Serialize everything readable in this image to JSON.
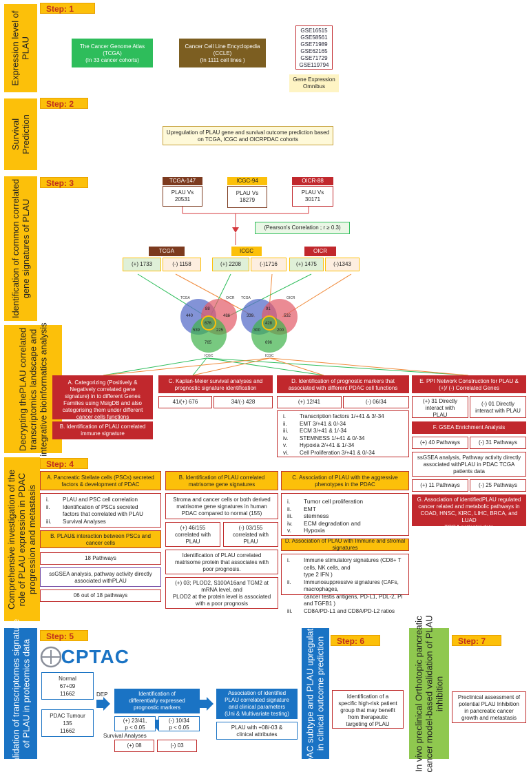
{
  "colors": {
    "gold": "#fcc00a",
    "red": "#c1282d",
    "green": "#2ebd5b",
    "olive": "#7c5e21",
    "blue": "#1a73c4",
    "lightgreen": "#8fc84f",
    "cream": "#fef9d9"
  },
  "steps": [
    "Step: 1",
    "Step: 2",
    "Step: 3",
    "Step: 4",
    "Step: 5",
    "Step: 6",
    "Step: 7"
  ],
  "side_labels": {
    "s1": [
      "Expression level of",
      "PLAU"
    ],
    "s2": [
      "Survival",
      "Prediction"
    ],
    "s3": [
      "Identification of common correlated",
      "gene signatures of  PLAU"
    ],
    "s3b": [
      "Decrypting thePLAU correlated",
      "transcriptomics landscape and",
      "integrative bioinformatics analysis"
    ],
    "s4": [
      "Comprehensive investigation of the",
      "role of PLAU expression in PDAC",
      "progression and  metastasis"
    ],
    "s5": [
      "Validation of transcriptomes signature",
      "of PLAU in proteomics data"
    ],
    "s6": [
      "PDAC subtype and PLAU upregulation",
      "in clinical outcome prediction"
    ],
    "s7": [
      "In vivo preclinical Orthotopic pancreatic",
      "cancer model-based validation of PLAU",
      "inhibition"
    ]
  },
  "step1": {
    "tcga": [
      "The Cancer Genome Atlas",
      "(TCGA)",
      "(In 33 cancer cohorts)"
    ],
    "ccle": [
      "Cancer Cell Line Encyclopedia",
      "(CCLE)",
      "(In 1111 cell lines )"
    ],
    "geo_ids": [
      "GSE16515",
      "GSE58561",
      "GSE71989",
      "GSE62165",
      "GSE71729",
      "GSE119794"
    ],
    "geo_label": [
      "Gene Expression",
      "Omnibus"
    ]
  },
  "step2": {
    "text": [
      "Upregulation of PLAU gene and survival outcome prediction based",
      "on TCGA, ICGC and OICRPDAC cohorts"
    ]
  },
  "step3": {
    "cohorts": [
      {
        "name": "TCGA-147",
        "body": [
          "PLAU Vs",
          "20531"
        ]
      },
      {
        "name": "ICGC-94",
        "body": [
          "PLAU Vs",
          "18279"
        ]
      },
      {
        "name": "OICR-88",
        "body": [
          "PLAU Vs",
          "30171"
        ]
      }
    ],
    "pearson": "(Pearson's  Correlation ; r ≥ 0.3)",
    "groups": [
      {
        "name": "TCGA",
        "pos": "(+) 1733",
        "neg": "(-) 1158"
      },
      {
        "name": "ICGC",
        "pos": "(+) 2208",
        "neg": "(-)1716"
      },
      {
        "name": "OICR",
        "pos": "(+) 1475",
        "neg": "(-)1343"
      }
    ],
    "venn1": {
      "labels": [
        "TCGA",
        "OICR",
        "ICGC"
      ],
      "vals": [
        "440",
        "88",
        "486",
        "676",
        "539",
        "225",
        "765"
      ]
    },
    "venn2": {
      "labels": [
        "TCGA",
        "OICR",
        "ICGC"
      ],
      "vals": [
        "339",
        "91",
        "532",
        "428",
        "300",
        "200",
        "696"
      ]
    }
  },
  "analysis": {
    "A": [
      "A. Categorizing (Positively &",
      "Negatively correlated gene",
      "signature) in to different  Genes",
      "Families using MsigDB and also",
      "categorising them under different",
      "cancer cells functions"
    ],
    "B": "B. Identification of PLAU correlated immune signature",
    "C": [
      "C. Kaplan-Meier survival  analyses and",
      "prognostic signature identification"
    ],
    "C_pos": "41/(+) 676",
    "C_neg": "34/(-) 428",
    "D": [
      "D. Identification  of prognostic markers that",
      "associated with different PDAC cell functions"
    ],
    "D_pos": "(+) 12/41",
    "D_neg": "(-) 06/34",
    "D_list": [
      {
        "n": "i.",
        "t": "Transcription factors 1/+41 & 3/-34"
      },
      {
        "n": "ii.",
        "t": "EMT 3/+41 & 0/-34"
      },
      {
        "n": "iii.",
        "t": "ECM 3/+41 & 1/-34"
      },
      {
        "n": "iv.",
        "t": "STEMNESS 1/+41 & 0/-34"
      },
      {
        "n": "v.",
        "t": "Hypoxia 2/+41 & 1/-34"
      },
      {
        "n": "vi.",
        "t": "Cell Proliferation 3/+41 & 0/-34"
      }
    ],
    "E": [
      "E. PPI Network Construction for PLAU &",
      "(+)/ (-) Correlated Genes"
    ],
    "E_pos": [
      "(+) 31 Directly",
      "interact with",
      "PLAU"
    ],
    "E_neg": [
      "(-) 01 Directly",
      "interact with  PLAU"
    ],
    "F": "F. GSEA Enrichment Analysis",
    "F_pos": "(+) 40 Pathways",
    "F_neg": "(-) 31 Pathways",
    "F_ss": [
      "ssGSEA analysis, Pathway activity directly",
      "associated withPLAU in PDAC TCGA",
      "patients data"
    ],
    "F_pos2": "(+) 11 Pathways",
    "F_neg2": "(-) 25 Pathways",
    "G": [
      "G. Association of identifiedPLAU regulated",
      "cancer related and metabolic pathways in",
      "COAD, HNSC, KIRC, LIHC, BRCA, and LUAD",
      "TCGA patients' data"
    ]
  },
  "step4": {
    "A": [
      "A. Pancreatic Stellate cells (PSCs) secreted",
      "factors & development of PDAC"
    ],
    "A_list": [
      {
        "n": "i.",
        "t": "PLAU and PSC cell correlation"
      },
      {
        "n": "ii.",
        "t": "Identification of PSCs secreted"
      },
      {
        "n": "",
        "t": "factors that correlated with PLAU"
      },
      {
        "n": "iii.",
        "t": "Survival  Analyses"
      }
    ],
    "B": [
      "B. PLAU& interaction between PSCs and",
      "cancer cells"
    ],
    "B_path": "18 Pathways",
    "B_ss": [
      "ssGSEA analysis, pathway activity directly",
      "associated withPLAU"
    ],
    "B_out": "06 out of 18 pathways",
    "MB": [
      "B. Identification of PLAU correlated",
      "matrisome gene signatures"
    ],
    "MB_text": [
      "Stroma and cancer cells or both derived",
      "matrisome gene signatures in human",
      "PDAC compared to normal (155)"
    ],
    "MB_pos": [
      "(+) 46/155",
      "correlated with",
      "PLAU"
    ],
    "MB_neg": [
      "(-) 03/155",
      "correlated with",
      "PLAU"
    ],
    "MB_prot": [
      "Identification of PLAU correlated",
      "matrisome protein that associates with",
      "poor prognosis."
    ],
    "MB_plod": [
      "(+) 03; PLOD2, S100A16and TGM2 at",
      "mRNA level, and",
      "PLOD2 at the protein level is associated",
      "with a poor prognosis"
    ],
    "C": [
      "C. Association of PLAU with the aggressive",
      "phenotypes in the PDAC"
    ],
    "C_list": [
      {
        "n": "i.",
        "t": "Tumor cell proliferation"
      },
      {
        "n": "ii.",
        "t": "EMT"
      },
      {
        "n": "iii.",
        "t": "stemness"
      },
      {
        "n": "iv.",
        "t": "ECM degradation and"
      },
      {
        "n": "v.",
        "t": "Hypoxia"
      }
    ],
    "D": "D. Association of PLAU with  Immune and stromal signatures",
    "D_list": [
      {
        "n": "i.",
        "t": "Immune stimulatory signatures (CD8+ T cells, NK cells, and"
      },
      {
        "n": "",
        "t": "type 2 IFN )"
      },
      {
        "n": "ii.",
        "t": "Immunosuppressive signatures (CAFs, macrophages,"
      },
      {
        "n": "",
        "t": "cancer testis antigens, PD-L1, PDL-2, PI and TGFB1 )"
      },
      {
        "n": "iii.",
        "t": "CD8A/PD-L1 and CD8A/PD-L2 ratios"
      }
    ]
  },
  "step5": {
    "logo": "CPTAC",
    "normal": [
      "Normal",
      "67+09",
      "11662"
    ],
    "tumour": [
      "PDAC Tumour",
      "135",
      "11662"
    ],
    "dep": "DEP",
    "ident": [
      "Identification of",
      "differentially expressed",
      "prognostic markers"
    ],
    "pos": [
      "(+) 23/41,",
      "p < 0.05"
    ],
    "neg": [
      "(-) 10/34",
      "p < 0.05"
    ],
    "survival": "Survival  Analyses",
    "surv_pos": "(+) 08",
    "surv_neg": "(-) 03",
    "assoc": [
      "Association of  identified",
      "PLAU correlated signature",
      "and clinical parameters",
      "(Uni & Multivariate testing)"
    ],
    "assoc_out": [
      "PLAU with +08/-03 &",
      "clinical attributes"
    ]
  },
  "step6": {
    "text": [
      "Identification of a",
      "specific high-risk patient",
      "group that may benefit",
      "from therapeutic",
      "targeting of PLAU"
    ]
  },
  "step7": {
    "text": [
      "Preclinical assessment of",
      "potential PLAU Inhibition",
      "in pancreatic cancer",
      "growth and metastasis"
    ]
  }
}
